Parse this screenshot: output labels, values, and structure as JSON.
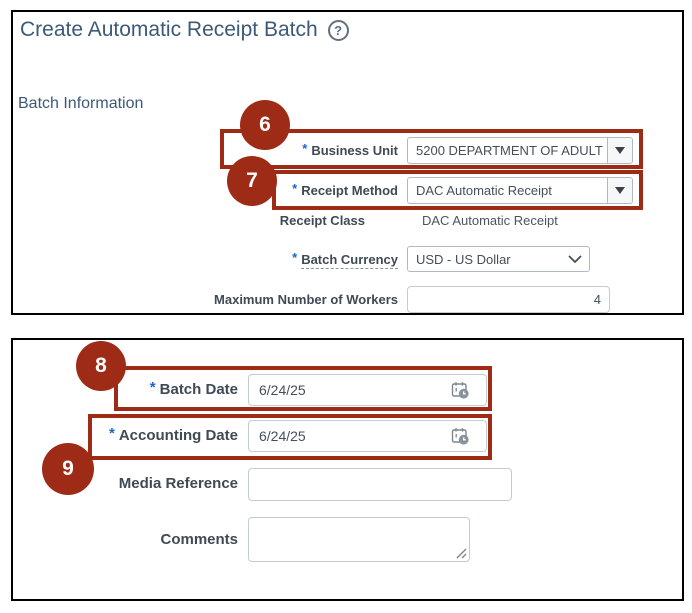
{
  "panel1": {
    "title": "Create Automatic Receipt Batch",
    "help_icon_glyph": "?",
    "section_title": "Batch Information",
    "fields": {
      "business_unit": {
        "required_marker": "*",
        "label": "Business Unit",
        "value": "5200 DEPARTMENT OF ADULT"
      },
      "receipt_method": {
        "required_marker": "*",
        "label": "Receipt Method",
        "value": "DAC Automatic Receipt"
      },
      "receipt_class": {
        "label": "Receipt Class",
        "value": "DAC Automatic Receipt"
      },
      "batch_currency": {
        "required_marker": "*",
        "label": "Batch Currency",
        "value": "USD - US Dollar"
      },
      "max_workers": {
        "label": "Maximum Number of Workers",
        "value": "4"
      }
    }
  },
  "panel2": {
    "fields": {
      "batch_date": {
        "required_marker": "*",
        "label": "Batch Date",
        "value": "6/24/25"
      },
      "accounting_date": {
        "required_marker": "*",
        "label": "Accounting Date",
        "value": "6/24/25"
      },
      "media_reference": {
        "label": "Media Reference",
        "value": ""
      },
      "comments": {
        "label": "Comments",
        "value": ""
      }
    }
  },
  "callouts": {
    "business_unit": "6",
    "receipt_method": "7",
    "batch_date": "8",
    "accounting_date": "9"
  },
  "colors": {
    "callout_red": "#9e2b16",
    "title_blue": "#3c5a77",
    "required_marker_blue": "#1b65c9",
    "panel_border": "#000000"
  }
}
